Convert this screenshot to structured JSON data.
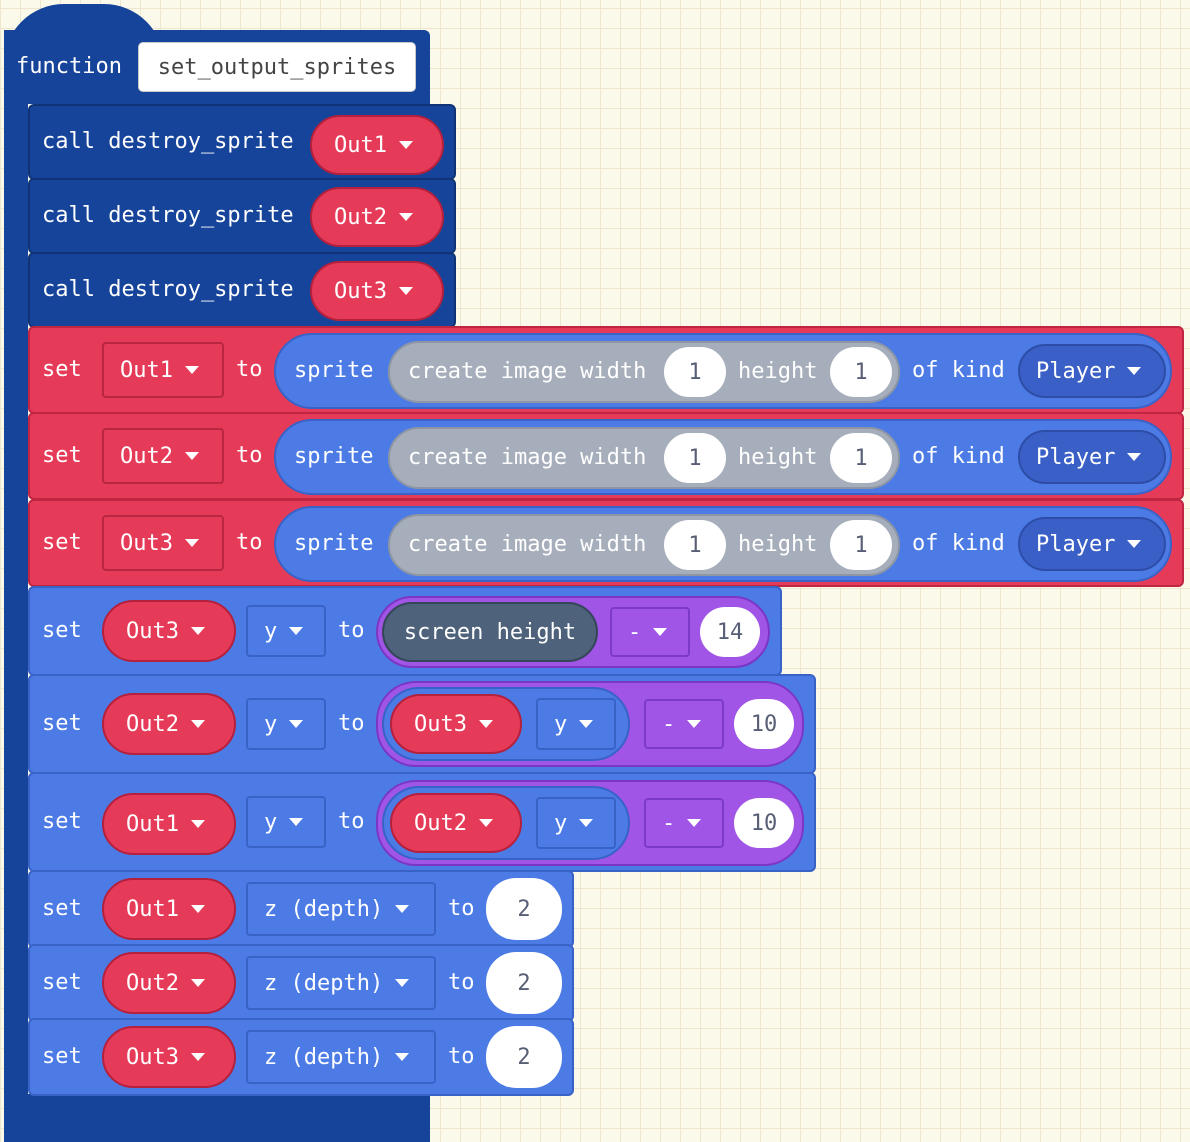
{
  "function_block": {
    "keyword": "function",
    "name": "set_output_sprites"
  },
  "call_blocks": [
    {
      "keyword": "call destroy_sprite",
      "arg": "Out1"
    },
    {
      "keyword": "call destroy_sprite",
      "arg": "Out2"
    },
    {
      "keyword": "call destroy_sprite",
      "arg": "Out3"
    }
  ],
  "create_blocks": [
    {
      "set": "set",
      "var": "Out1",
      "to": "to",
      "sprite": "sprite",
      "create": "create image width",
      "width": "1",
      "height_label": "height",
      "height": "1",
      "of_kind": "of kind",
      "kind": "Player"
    },
    {
      "set": "set",
      "var": "Out2",
      "to": "to",
      "sprite": "sprite",
      "create": "create image width",
      "width": "1",
      "height_label": "height",
      "height": "1",
      "of_kind": "of kind",
      "kind": "Player"
    },
    {
      "set": "set",
      "var": "Out3",
      "to": "to",
      "sprite": "sprite",
      "create": "create image width",
      "width": "1",
      "height_label": "height",
      "height": "1",
      "of_kind": "of kind",
      "kind": "Player"
    }
  ],
  "y_screen_block": {
    "set": "set",
    "sprite": "Out3",
    "prop": "y",
    "to": "to",
    "value": "screen height",
    "op": "-",
    "num": "14"
  },
  "y_rel_blocks": [
    {
      "set": "set",
      "sprite": "Out2",
      "prop": "y",
      "to": "to",
      "ref_sprite": "Out3",
      "ref_prop": "y",
      "op": "-",
      "num": "10"
    },
    {
      "set": "set",
      "sprite": "Out1",
      "prop": "y",
      "to": "to",
      "ref_sprite": "Out2",
      "ref_prop": "y",
      "op": "-",
      "num": "10"
    }
  ],
  "z_blocks": [
    {
      "set": "set",
      "sprite": "Out1",
      "prop": "z (depth)",
      "to": "to",
      "num": "2"
    },
    {
      "set": "set",
      "sprite": "Out2",
      "prop": "z (depth)",
      "to": "to",
      "num": "2"
    },
    {
      "set": "set",
      "sprite": "Out3",
      "prop": "z (depth)",
      "to": "to",
      "num": "2"
    }
  ],
  "colors": {
    "functions": "#16449a",
    "variables": "#e63b58",
    "sprites": "#4c7be6",
    "math": "#a055e6",
    "images": "#a7aebb",
    "scene": "#4e627b",
    "workspace": "#fbf9ea"
  }
}
